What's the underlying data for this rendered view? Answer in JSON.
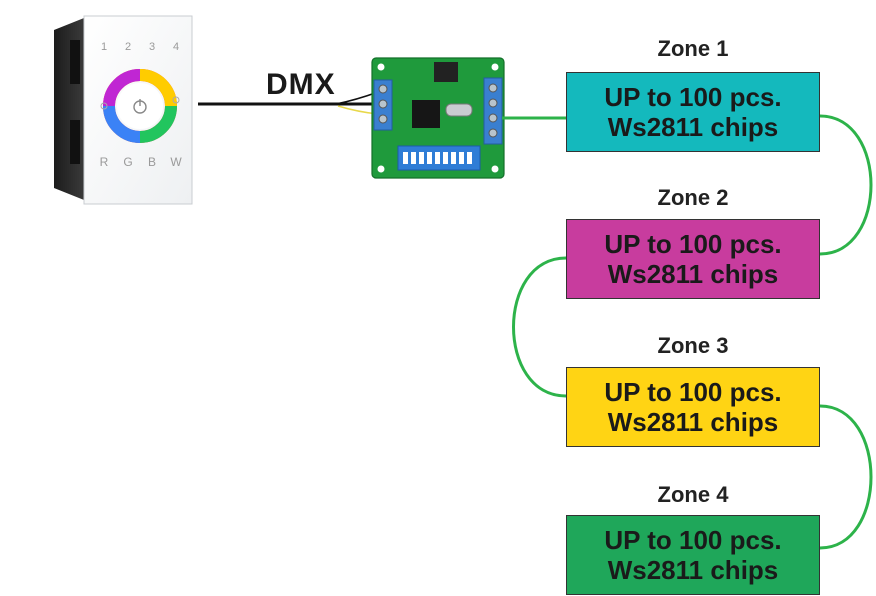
{
  "link_label": "DMX",
  "touch_panel": {
    "top_buttons": [
      "1",
      "2",
      "3",
      "4"
    ],
    "bottom_buttons": [
      "R",
      "G",
      "B",
      "W"
    ]
  },
  "zones": [
    {
      "title": "Zone 1",
      "line1": "UP to 100 pcs.",
      "line2": "Ws2811 chips",
      "color": "#14B9BD"
    },
    {
      "title": "Zone 2",
      "line1": "UP to 100 pcs.",
      "line2": "Ws2811 chips",
      "color": "#C83C9E"
    },
    {
      "title": "Zone 3",
      "line1": "UP to 100 pcs.",
      "line2": "Ws2811 chips",
      "color": "#FFD414"
    },
    {
      "title": "Zone 4",
      "line1": "UP to 100 pcs.",
      "line2": "Ws2811 chips",
      "color": "#1FA75A"
    }
  ],
  "connector_color": "#2DB34A"
}
